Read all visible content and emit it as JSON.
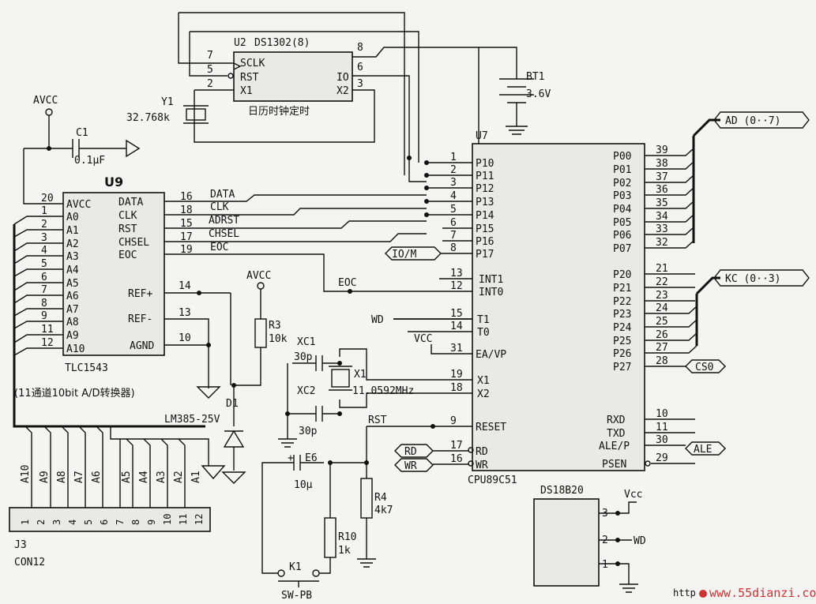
{
  "u9": {
    "ref": "U9",
    "part": "TLC1543",
    "caption": "(11通道10bit A/D转换器)",
    "left_pins": [
      {
        "num": "20",
        "name": "AVCC"
      },
      {
        "num": "1",
        "name": "A0"
      },
      {
        "num": "2",
        "name": "A1"
      },
      {
        "num": "3",
        "name": "A2"
      },
      {
        "num": "4",
        "name": "A3"
      },
      {
        "num": "5",
        "name": "A4"
      },
      {
        "num": "6",
        "name": "A5"
      },
      {
        "num": "7",
        "name": "A6"
      },
      {
        "num": "8",
        "name": "A7"
      },
      {
        "num": "9",
        "name": "A8"
      },
      {
        "num": "11",
        "name": "A9"
      },
      {
        "num": "12",
        "name": "A10"
      }
    ],
    "right_pins": [
      {
        "num": "16",
        "name": "DATA",
        "net": "DATA"
      },
      {
        "num": "18",
        "name": "CLK",
        "net": "CLK"
      },
      {
        "num": "15",
        "name": "RST",
        "net": "ADRST"
      },
      {
        "num": "17",
        "name": "CHSEL",
        "net": "CHSEL"
      },
      {
        "num": "19",
        "name": "EOC",
        "net": "EOC"
      }
    ],
    "lower_pins": [
      {
        "num": "14",
        "name": "REF+"
      },
      {
        "num": "13",
        "name": "REF-"
      },
      {
        "num": "10",
        "name": "AGND"
      }
    ]
  },
  "u2": {
    "ref": "U2",
    "part": "DS1302(8)",
    "caption": "日历时钟定时",
    "left_pins": [
      {
        "num": "7",
        "name": "SCLK"
      },
      {
        "num": "5",
        "name": "RST"
      },
      {
        "num": "2",
        "name": "X1"
      }
    ],
    "right_pins": [
      {
        "num": "8",
        "name": ""
      },
      {
        "num": "6",
        "name": "IO"
      },
      {
        "num": "3",
        "name": "X2"
      }
    ]
  },
  "u7": {
    "ref": "U7",
    "part": "CPU89C51",
    "left_pins": [
      {
        "num": "1",
        "name": "P10"
      },
      {
        "num": "2",
        "name": "P11"
      },
      {
        "num": "3",
        "name": "P12"
      },
      {
        "num": "4",
        "name": "P13"
      },
      {
        "num": "5",
        "name": "P14"
      },
      {
        "num": "6",
        "name": "P15"
      },
      {
        "num": "7",
        "name": "P16"
      },
      {
        "num": "8",
        "name": "P17"
      },
      {
        "num": "13",
        "name": "INT1"
      },
      {
        "num": "12",
        "name": "INT0"
      },
      {
        "num": "15",
        "name": "T1"
      },
      {
        "num": "14",
        "name": "T0"
      },
      {
        "num": "31",
        "name": "EA/VP"
      },
      {
        "num": "19",
        "name": "X1"
      },
      {
        "num": "18",
        "name": "X2"
      },
      {
        "num": "9",
        "name": "RESET"
      },
      {
        "num": "17",
        "name": "RD"
      },
      {
        "num": "16",
        "name": "WR"
      }
    ],
    "right_pins": [
      {
        "num": "39",
        "name": "P00"
      },
      {
        "num": "38",
        "name": "P01"
      },
      {
        "num": "37",
        "name": "P02"
      },
      {
        "num": "36",
        "name": "P03"
      },
      {
        "num": "35",
        "name": "P04"
      },
      {
        "num": "34",
        "name": "P05"
      },
      {
        "num": "33",
        "name": "P06"
      },
      {
        "num": "32",
        "name": "P07"
      },
      {
        "num": "21",
        "name": "P20"
      },
      {
        "num": "22",
        "name": "P21"
      },
      {
        "num": "23",
        "name": "P22"
      },
      {
        "num": "24",
        "name": "P23"
      },
      {
        "num": "25",
        "name": "P24"
      },
      {
        "num": "26",
        "name": "P25"
      },
      {
        "num": "27",
        "name": "P26"
      },
      {
        "num": "28",
        "name": "P27"
      },
      {
        "num": "10",
        "name": "RXD"
      },
      {
        "num": "11",
        "name": "TXD"
      },
      {
        "num": "30",
        "name": "ALE/P"
      },
      {
        "num": "29",
        "name": "PSEN"
      }
    ]
  },
  "ds18b20": {
    "ref": "DS18B20",
    "pins": [
      {
        "num": "3",
        "net": "Vcc"
      },
      {
        "num": "2",
        "net": "WD"
      },
      {
        "num": "1",
        "net": ""
      }
    ]
  },
  "j3": {
    "ref": "J3",
    "part": "CON12",
    "pin_numbers": [
      "1",
      "2",
      "3",
      "4",
      "5",
      "6",
      "7",
      "8",
      "9",
      "10",
      "11",
      "12"
    ],
    "signals": [
      "A10",
      "A9",
      "A8",
      "A7",
      "A6",
      "",
      "A5",
      "A4",
      "A3",
      "A2",
      "A1",
      ""
    ]
  },
  "bus_tags": {
    "ad": "AD (0··7)",
    "kc": "KC (0··3)",
    "cs0": "CS0",
    "ale": "ALE",
    "io_m": "IO/M",
    "rd": "RD",
    "wr": "WR"
  },
  "nets": {
    "avcc": "AVCC",
    "eoc": "EOC",
    "wd": "WD",
    "vcc": "VCC",
    "rst": "RST",
    "vcc_ds": "Vcc",
    "wd_ds": "WD"
  },
  "parts": {
    "c1_ref": "C1",
    "c1_val": "0.1μF",
    "y1_ref": "Y1",
    "y1_val": "32.768k",
    "bt1_ref": "BT1",
    "bt1_val": "3.6V",
    "r3_ref": "R3",
    "r3_val": "10k",
    "d1_ref": "D1",
    "d1_val": "LM385-25V",
    "xc1_ref": "XC1",
    "xc1_val": "30p",
    "xc2_ref": "XC2",
    "xc2_val": "30p",
    "x1_ref": "X1",
    "x1_val": "11.0592MHz",
    "e6_ref": "E6",
    "e6_val": "10μ",
    "e6_plus": "+",
    "r4_ref": "R4",
    "r4_val": "4k7",
    "r10_ref": "R10",
    "r10_val": "1k",
    "k1_ref": "K1",
    "k1_val": "SW-PB"
  },
  "watermark": "www.55dianzi.com",
  "watermark_prefix": "http"
}
